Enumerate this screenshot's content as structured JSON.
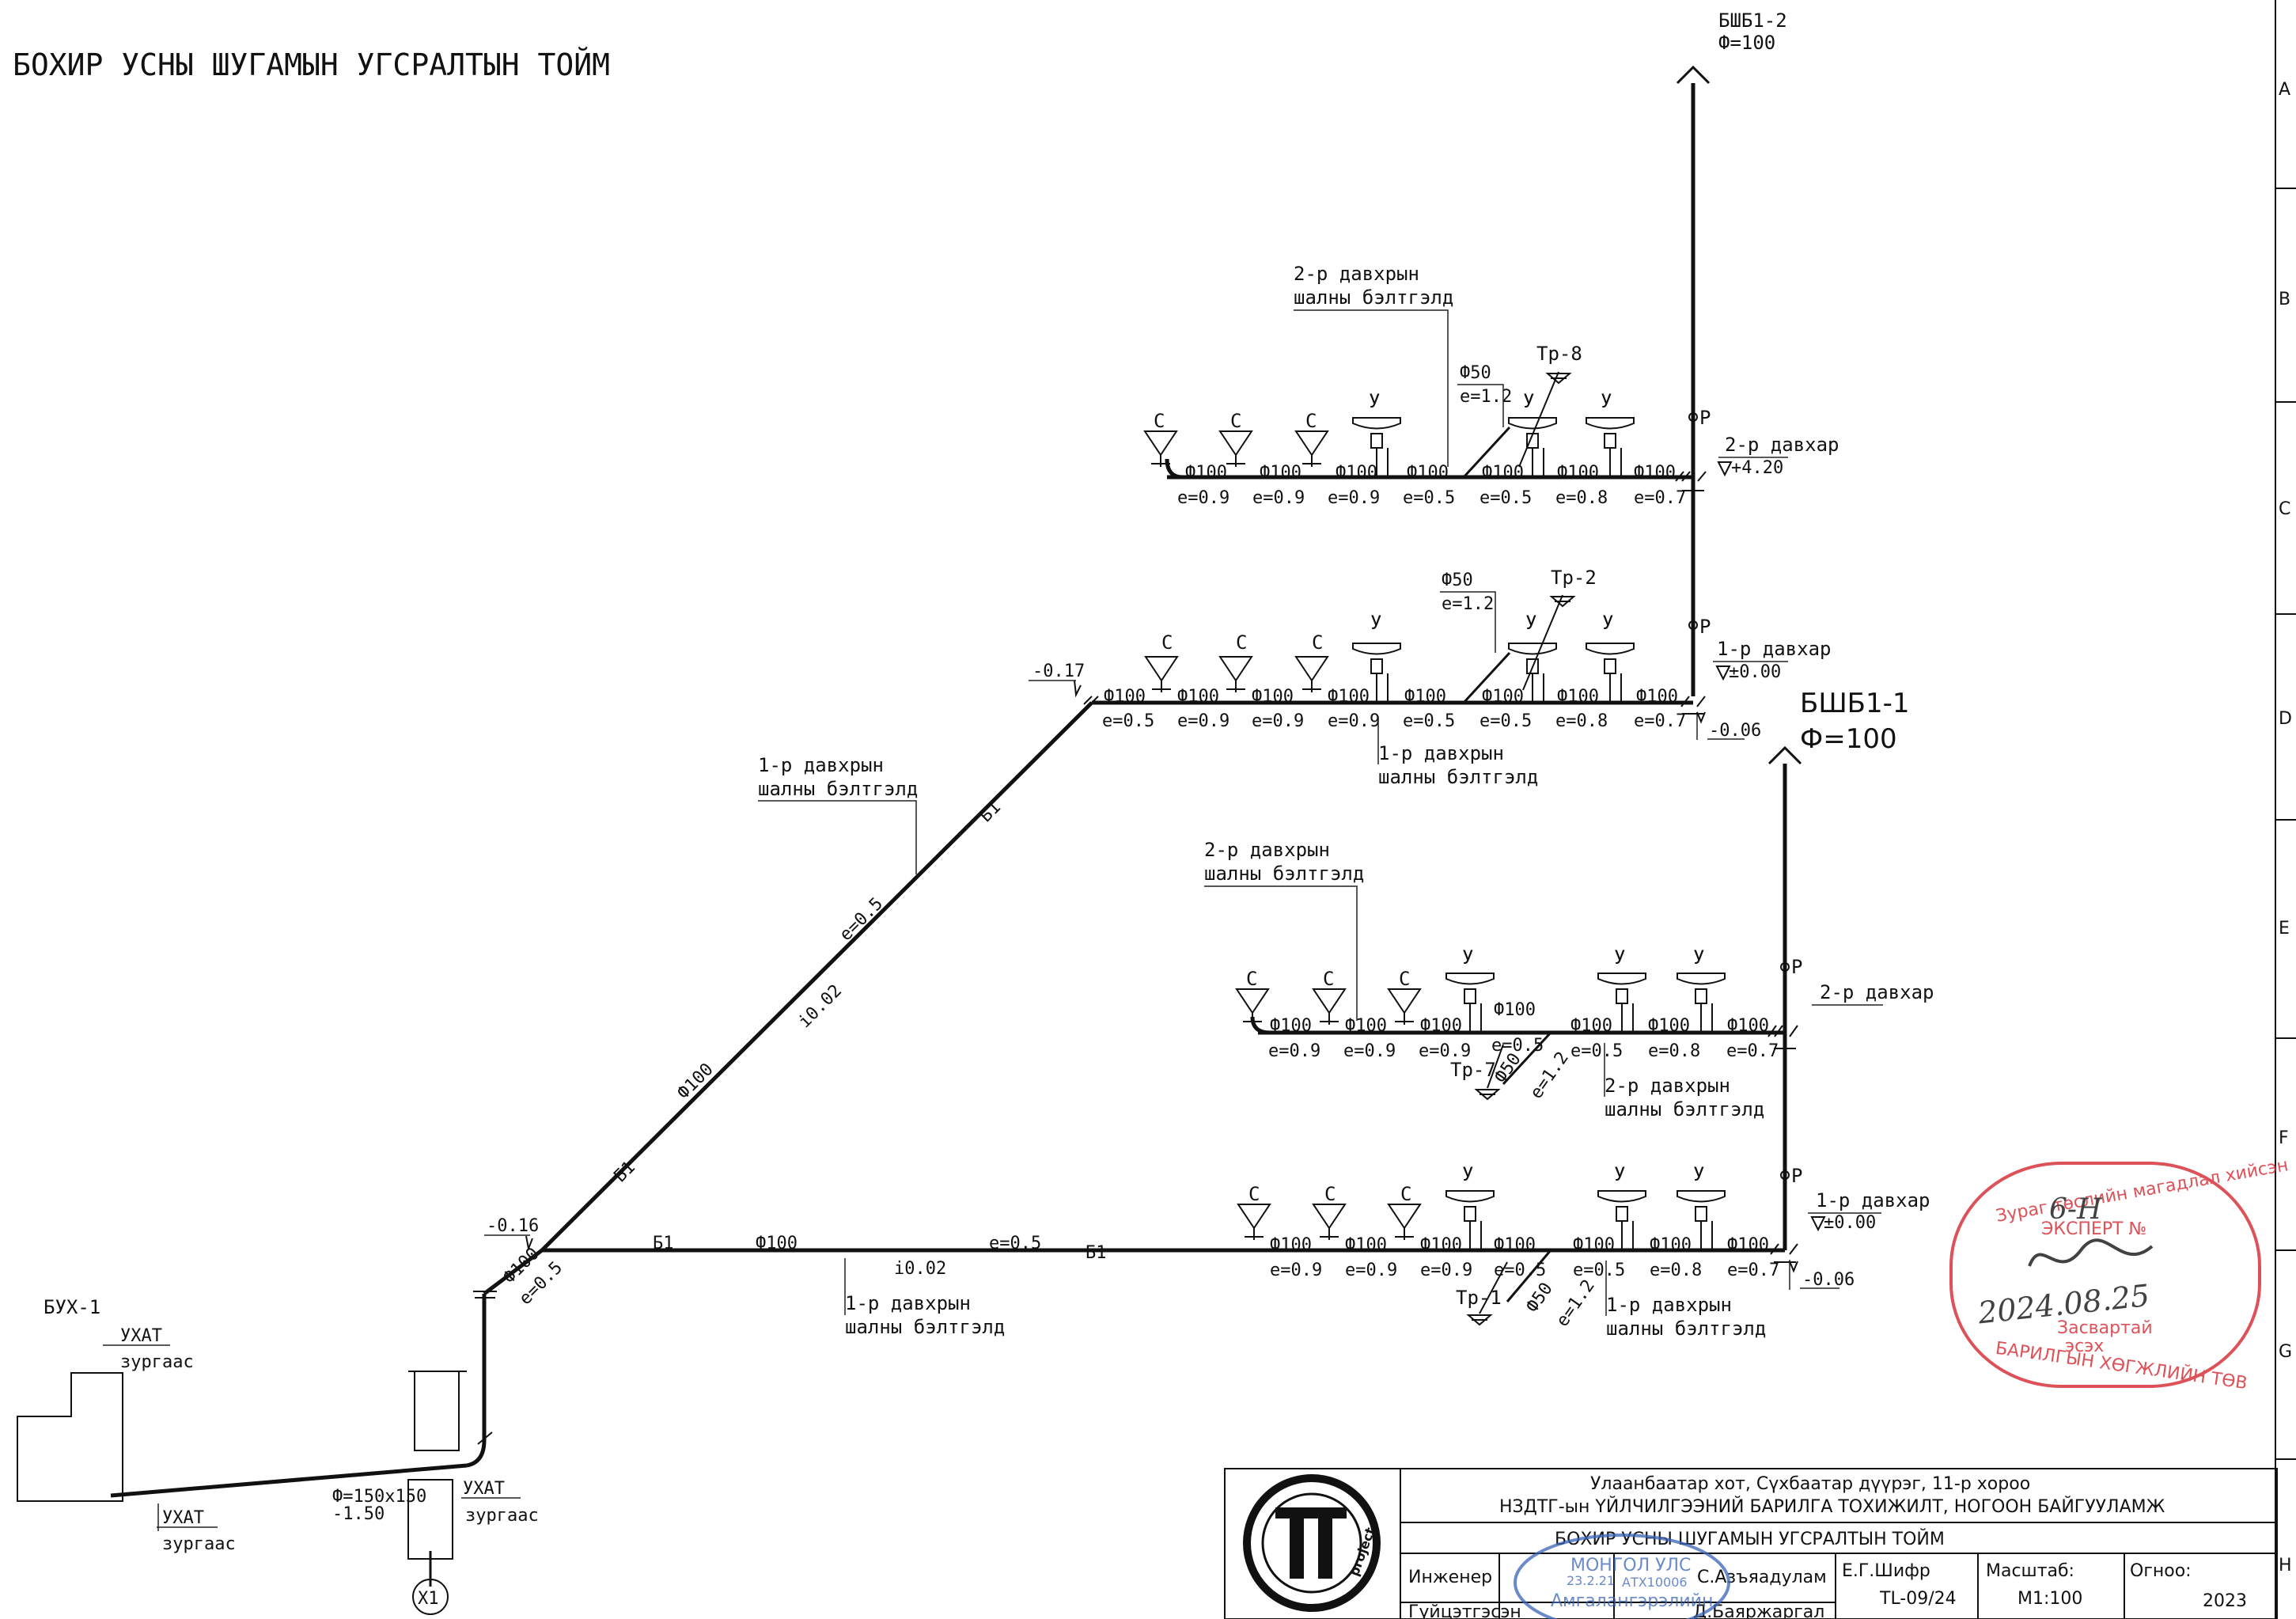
{
  "title": "БОХИР УСНЫ ШУГАМЫН УГСРАЛТЫН ТОЙМ",
  "risers": {
    "bshb1_2": {
      "name": "БШБ1-2",
      "dia": "Ф=100"
    },
    "bshb1_1": {
      "name": "БШБ1-1",
      "dia": "Ф=100"
    },
    "p": "Р"
  },
  "fixtures": {
    "sink": "С",
    "toilet": "У"
  },
  "labels": {
    "floor2": "2-р давхар",
    "floor1": "1-р давхар",
    "el_420": "+4.20",
    "el_000": "±0.00",
    "el_m006": "-0.06",
    "el_m017": "-0.17",
    "el_m016": "-0.16",
    "dn100": "Ф100",
    "dn50": "Ф50",
    "b1": "Б1",
    "slope": "i0.02",
    "e05": "е=0.5",
    "e07": "е=0.7",
    "e08": "е=0.8",
    "e09": "е=0.9",
    "e12": "е=1.2",
    "tr8": "Тр-8",
    "tr2": "Тр-2",
    "tr7": "Тр-7",
    "tr1": "Тр-1",
    "floor2_line1": "2-р давхрын",
    "floor1_line1": "1-р давхрын",
    "floor_line2": "шалны бэлтгэлд",
    "bux1": "БУХ-1",
    "uxat": "УХАТ",
    "zurgaas": "зургаас",
    "manhole": "Ф=150х150",
    "manhole_el": "-1.50",
    "axis_x1": "Х1"
  },
  "grid_letters": [
    "A",
    "B",
    "C",
    "D",
    "E",
    "F",
    "G",
    "H"
  ],
  "title_block": {
    "address": "Улаанбаатар хот, Сүхбаатар дүүрэг, 11-р хороо",
    "project": "НЗДТГ-ын ҮЙЛЧИЛГЭЭНИЙ БАРИЛГА ТОХИЖИЛТ, НОГООН БАЙГУУЛАМЖ",
    "sheet_title": "БОХИР УСНЫ ШУГАМЫН УГСРАЛТЫН ТОЙМ",
    "engineer_label": "Инженер",
    "engineer_name": "С.Азъяадулам",
    "director_label": "Гүйцэтгэсэн",
    "director_name": "Д.Баяржаргал",
    "code_label": "Е.Г.Шифр",
    "code": "TL-09/24",
    "scale_label": "Масштаб:",
    "scale": "М1:100",
    "date_label": "Огноо:",
    "year": "2023",
    "logo_text": "project"
  },
  "stamps": {
    "blue": [
      "МОНГОЛ УЛС",
      "АТХ10006",
      "23.2.21",
      "Амгалангэрэлийн"
    ],
    "red": [
      "Зураг төслийн магадлал хийсэн",
      "ЭКСПЕРТ №",
      "6-Н",
      "2024.08.25",
      "Засвартай",
      "эсэх",
      "БАРИЛГЫН ХӨГЖЛИЙН ТӨВ"
    ]
  }
}
